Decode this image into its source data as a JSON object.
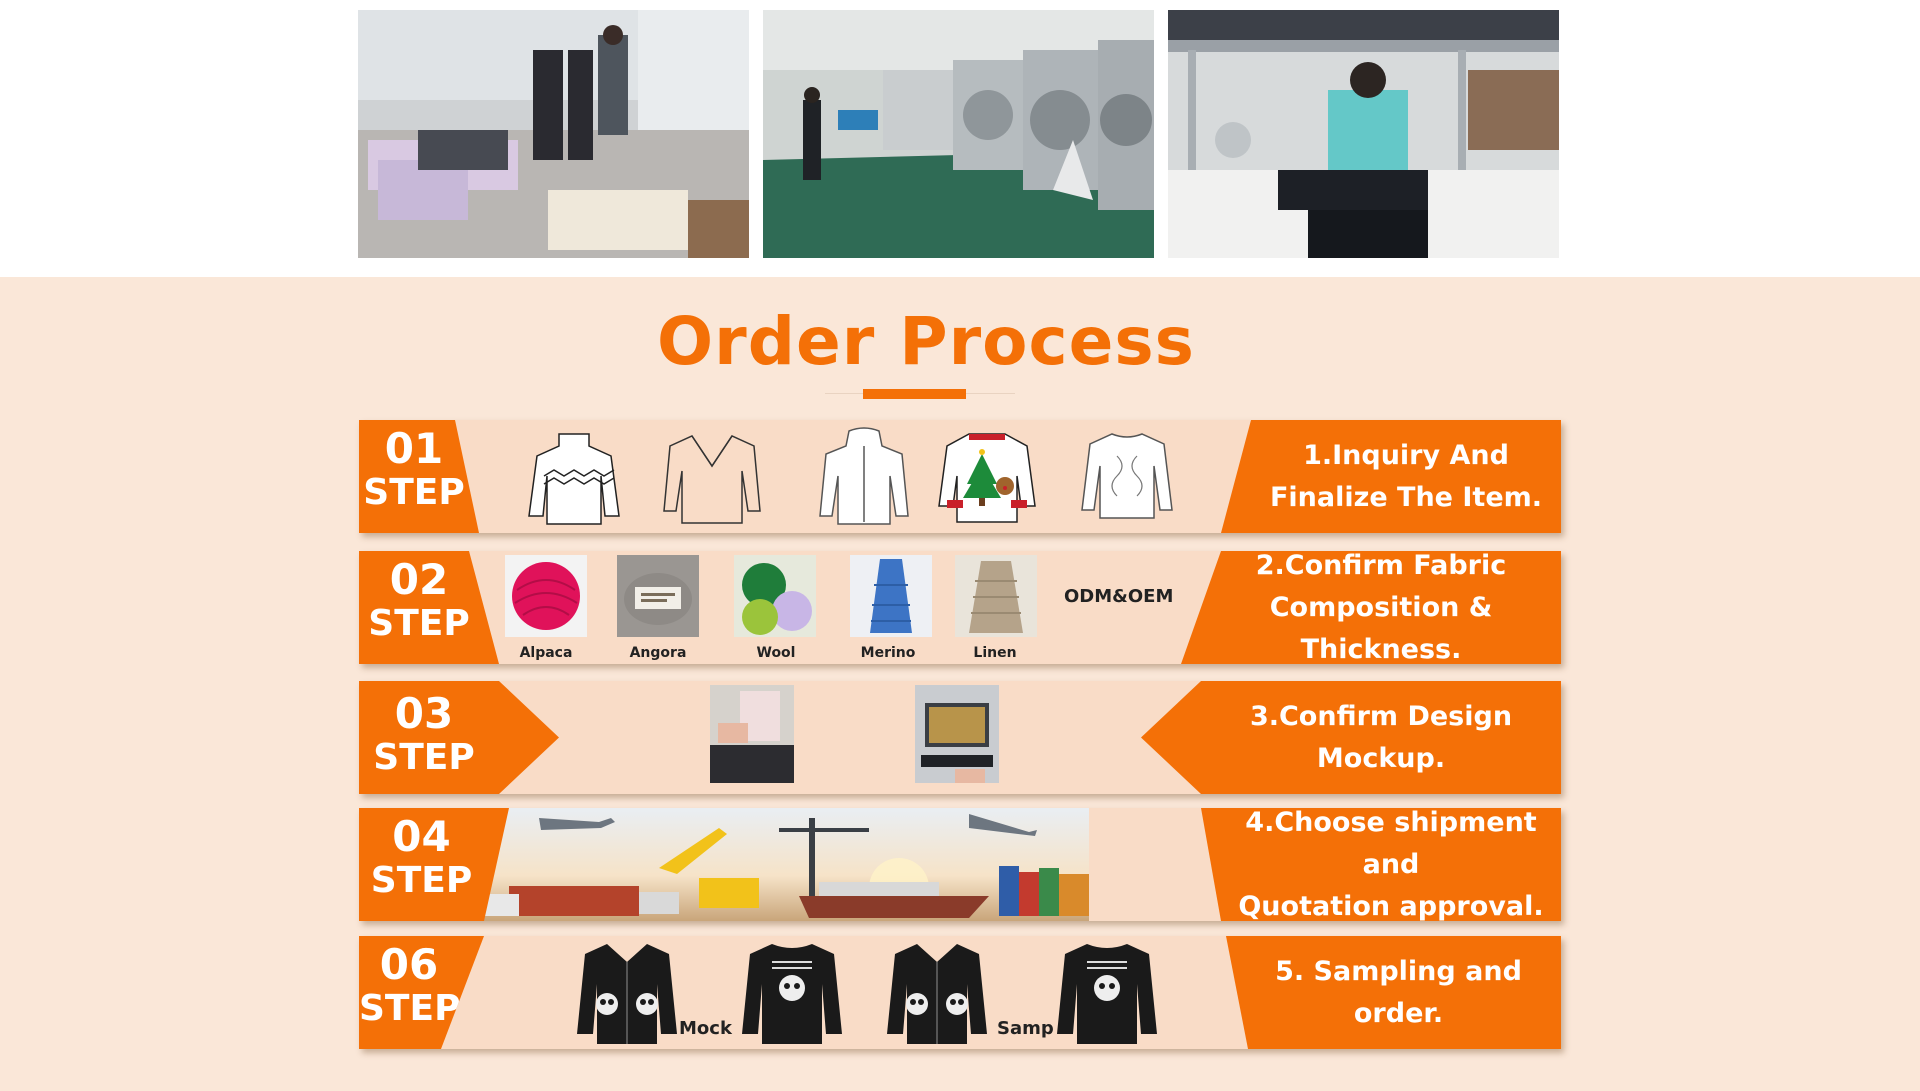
{
  "photos": [
    {
      "name": "knitting-workshop-photo"
    },
    {
      "name": "laundry-room-photo"
    },
    {
      "name": "ironing-station-photo"
    }
  ],
  "section": {
    "title": "Order Process"
  },
  "colors": {
    "accent": "#f47007",
    "panel": "#f9dcc7",
    "background": "#fae7d8"
  },
  "steps": [
    {
      "num": "01",
      "word": "STEP",
      "text": "1.Inquiry And\nFinalize The Item.",
      "icons": [
        "turtleneck-sweater-icon",
        "v-neck-sweater-icon",
        "hoodie-icon",
        "christmas-sweater-icon",
        "cable-knit-sweater-icon"
      ]
    },
    {
      "num": "02",
      "word": "STEP",
      "text": "2.Confirm Fabric\nComposition & Thickness.",
      "yarns": [
        {
          "label": "Alpaca",
          "color": "#e0125a"
        },
        {
          "label": "Angora",
          "color": "#8e8a86"
        },
        {
          "label": "Wool",
          "color": "#2e8b3a"
        },
        {
          "label": "Merino",
          "color": "#3d74c5"
        },
        {
          "label": "Linen",
          "color": "#b5a38a"
        }
      ],
      "extra": "ODM&OEM"
    },
    {
      "num": "03",
      "word": "STEP",
      "text": "3.Confirm Design Mockup."
    },
    {
      "num": "04",
      "word": "STEP",
      "text": "4.Choose shipment and\nQuotation approval."
    },
    {
      "num": "06",
      "word": "STEP",
      "text": "5. Sampling and order.",
      "labels": [
        "Mock",
        "Samp"
      ]
    }
  ]
}
